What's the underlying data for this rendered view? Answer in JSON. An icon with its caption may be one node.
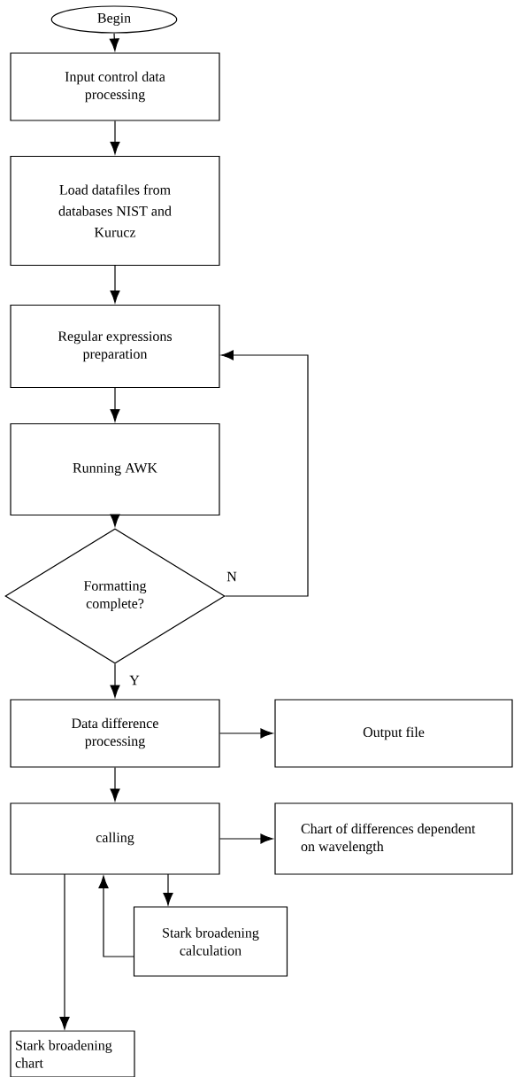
{
  "diagram": {
    "nodes": [
      {
        "text": [
          "Begin"
        ]
      },
      {
        "text": [
          "Input control data processing"
        ]
      },
      {
        "text": [
          "Load datafiles from databases NIST and Kurucz"
        ]
      },
      {
        "text": [
          "Regular expressions preparation"
        ]
      },
      {
        "text": [
          "Running AWK"
        ]
      },
      {
        "text": [
          "Formatting complete?"
        ]
      },
      {
        "text": [
          "Data difference processing"
        ]
      },
      {
        "text": [
          "Output file"
        ]
      },
      {
        "text": [
          "calling"
        ]
      },
      {
        "text": [
          "Chart of differences dependent on wavelength"
        ]
      },
      {
        "text": [
          "Stark broadening calculation"
        ]
      },
      {
        "text": [
          "Stark broadening chart"
        ]
      }
    ],
    "edges": [
      {
        "from": 0,
        "to": 1,
        "arrow": "to"
      },
      {
        "from": 1,
        "to": 2,
        "arrow": "to"
      },
      {
        "from": 2,
        "to": 3,
        "arrow": "to"
      },
      {
        "from": 3,
        "to": 4,
        "arrow": "to"
      },
      {
        "from": 4,
        "to": 5,
        "arrow": "to"
      },
      {
        "from": 5,
        "to": 3,
        "arrow": "to",
        "label": "N"
      },
      {
        "from": 5,
        "to": 6,
        "arrow": "to",
        "label": "Y"
      },
      {
        "from": 6,
        "to": 7,
        "arrow": "to"
      },
      {
        "from": 6,
        "to": 8,
        "arrow": "to"
      },
      {
        "from": 8,
        "to": 9,
        "arrow": "to"
      },
      {
        "from": 8,
        "to": 10,
        "arrow": "to"
      },
      {
        "from": 10,
        "to": 8,
        "arrow": "to"
      },
      {
        "from": 8,
        "to": 11,
        "arrow": "to"
      }
    ]
  }
}
